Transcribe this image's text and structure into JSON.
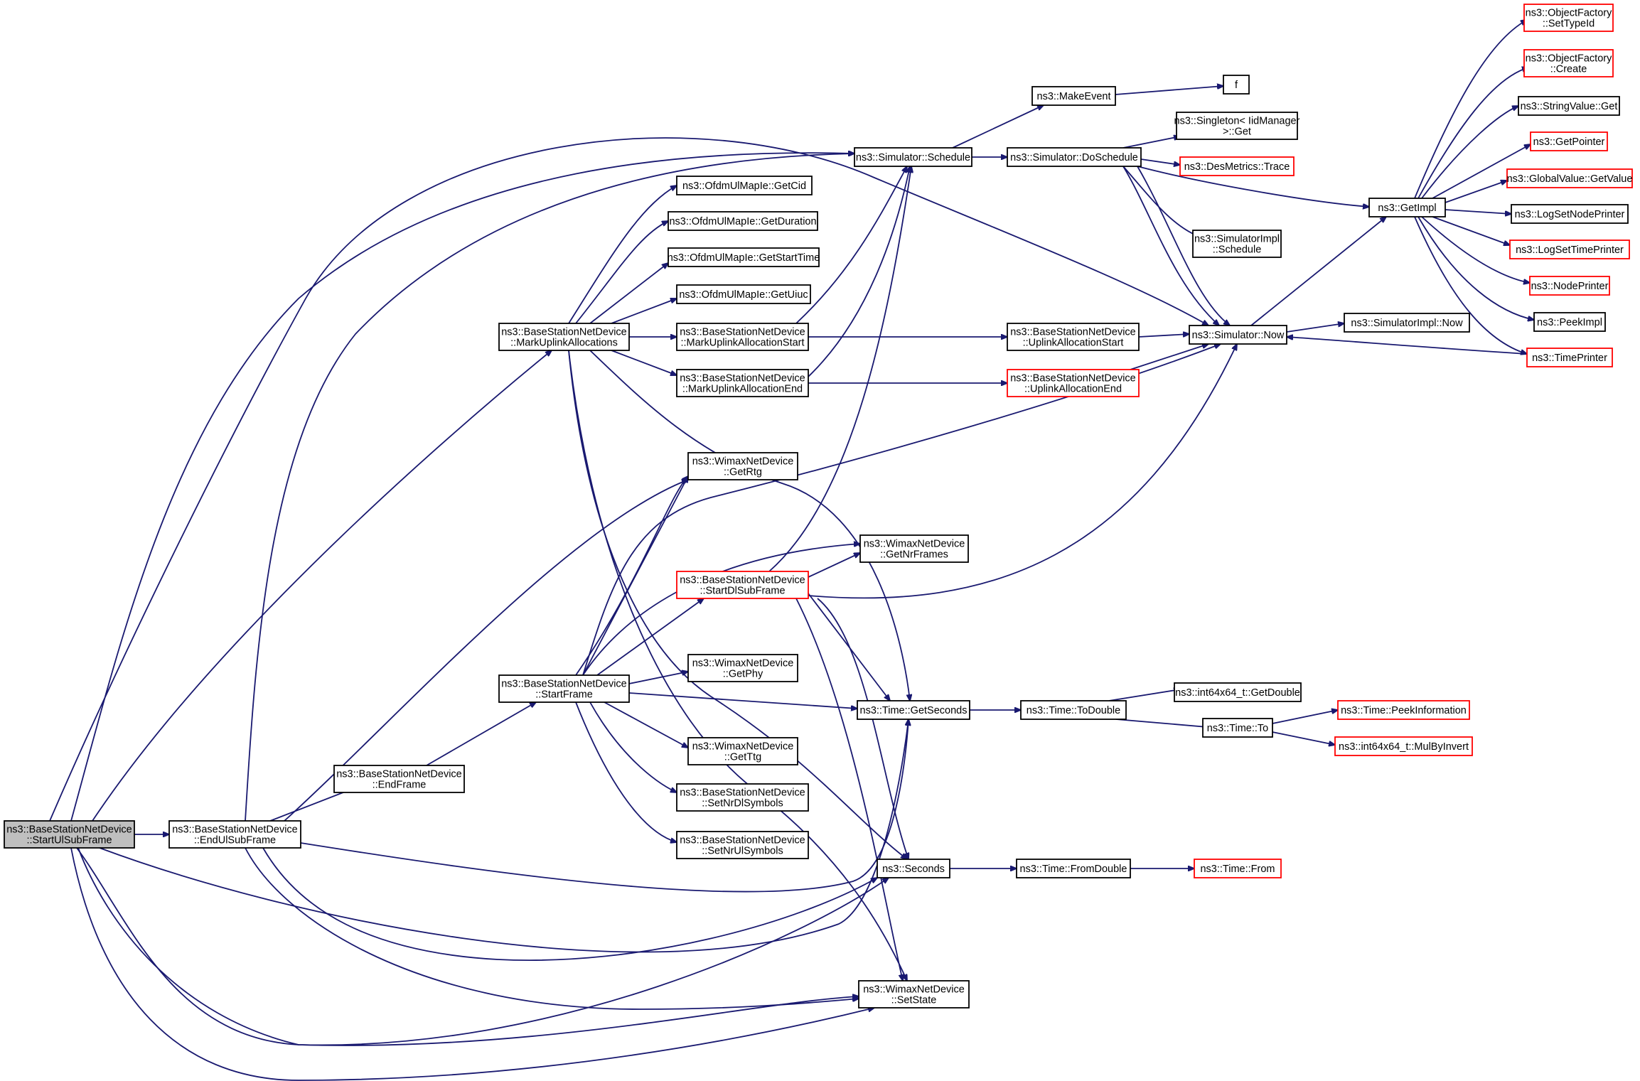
{
  "colors": {
    "edge": "#191970",
    "node_border": "#000000",
    "incomplete_border": "#ff0000",
    "root_fill": "#bfbfbf",
    "background": "#ffffff"
  },
  "nodes": [
    {
      "id": "start_ul",
      "lines": [
        "ns3::BaseStationNetDevice",
        "::StartUlSubFrame"
      ],
      "kind": "root"
    },
    {
      "id": "end_ul",
      "lines": [
        "ns3::BaseStationNetDevice",
        "::EndUlSubFrame"
      ],
      "kind": "normal"
    },
    {
      "id": "end_frame",
      "lines": [
        "ns3::BaseStationNetDevice",
        "::EndFrame"
      ],
      "kind": "normal"
    },
    {
      "id": "start_frame",
      "lines": [
        "ns3::BaseStationNetDevice",
        "::StartFrame"
      ],
      "kind": "normal"
    },
    {
      "id": "mark_uplink",
      "lines": [
        "ns3::BaseStationNetDevice",
        "::MarkUplinkAllocations"
      ],
      "kind": "normal"
    },
    {
      "id": "get_cid",
      "lines": [
        "ns3::OfdmUlMapIe::GetCid"
      ],
      "kind": "normal"
    },
    {
      "id": "get_duration",
      "lines": [
        "ns3::OfdmUlMapIe::GetDuration"
      ],
      "kind": "normal"
    },
    {
      "id": "get_start_time",
      "lines": [
        "ns3::OfdmUlMapIe::GetStartTime"
      ],
      "kind": "normal"
    },
    {
      "id": "get_uiuc",
      "lines": [
        "ns3::OfdmUlMapIe::GetUiuc"
      ],
      "kind": "normal"
    },
    {
      "id": "mark_start",
      "lines": [
        "ns3::BaseStationNetDevice",
        "::MarkUplinkAllocationStart"
      ],
      "kind": "normal"
    },
    {
      "id": "mark_end",
      "lines": [
        "ns3::BaseStationNetDevice",
        "::MarkUplinkAllocationEnd"
      ],
      "kind": "normal"
    },
    {
      "id": "get_rtg",
      "lines": [
        "ns3::WimaxNetDevice",
        "::GetRtg"
      ],
      "kind": "normal"
    },
    {
      "id": "start_dl",
      "lines": [
        "ns3::BaseStationNetDevice",
        "::StartDlSubFrame"
      ],
      "kind": "incomplete"
    },
    {
      "id": "get_phy",
      "lines": [
        "ns3::WimaxNetDevice",
        "::GetPhy"
      ],
      "kind": "normal"
    },
    {
      "id": "get_ttg",
      "lines": [
        "ns3::WimaxNetDevice",
        "::GetTtg"
      ],
      "kind": "normal"
    },
    {
      "id": "set_nr_dl",
      "lines": [
        "ns3::BaseStationNetDevice",
        "::SetNrDlSymbols"
      ],
      "kind": "normal"
    },
    {
      "id": "set_nr_ul",
      "lines": [
        "ns3::BaseStationNetDevice",
        "::SetNrUlSymbols"
      ],
      "kind": "normal"
    },
    {
      "id": "sim_schedule",
      "lines": [
        "ns3::Simulator::Schedule"
      ],
      "kind": "normal"
    },
    {
      "id": "get_nr_frames",
      "lines": [
        "ns3::WimaxNetDevice",
        "::GetNrFrames"
      ],
      "kind": "normal"
    },
    {
      "id": "time_get_seconds",
      "lines": [
        "ns3::Time::GetSeconds"
      ],
      "kind": "normal"
    },
    {
      "id": "seconds",
      "lines": [
        "ns3::Seconds"
      ],
      "kind": "normal"
    },
    {
      "id": "set_state",
      "lines": [
        "ns3::WimaxNetDevice",
        "::SetState"
      ],
      "kind": "normal"
    },
    {
      "id": "make_event",
      "lines": [
        "ns3::MakeEvent"
      ],
      "kind": "normal"
    },
    {
      "id": "do_schedule",
      "lines": [
        "ns3::Simulator::DoSchedule"
      ],
      "kind": "normal"
    },
    {
      "id": "uplink_alloc_start",
      "lines": [
        "ns3::BaseStationNetDevice",
        "::UplinkAllocationStart"
      ],
      "kind": "normal"
    },
    {
      "id": "uplink_alloc_end",
      "lines": [
        "ns3::BaseStationNetDevice",
        "::UplinkAllocationEnd"
      ],
      "kind": "incomplete"
    },
    {
      "id": "to_double",
      "lines": [
        "ns3::Time::ToDouble"
      ],
      "kind": "normal"
    },
    {
      "id": "from_double",
      "lines": [
        "ns3::Time::FromDouble"
      ],
      "kind": "normal"
    },
    {
      "id": "f",
      "lines": [
        "f"
      ],
      "kind": "normal"
    },
    {
      "id": "singleton_get",
      "lines": [
        "ns3::Singleton< IidManager",
        " >::Get"
      ],
      "kind": "normal"
    },
    {
      "id": "des_trace",
      "lines": [
        "ns3::DesMetrics::Trace"
      ],
      "kind": "incomplete"
    },
    {
      "id": "simimpl_schedule",
      "lines": [
        "ns3::SimulatorImpl",
        "::Schedule"
      ],
      "kind": "normal"
    },
    {
      "id": "sim_now",
      "lines": [
        "ns3::Simulator::Now"
      ],
      "kind": "normal"
    },
    {
      "id": "int64_get_double",
      "lines": [
        "ns3::int64x64_t::GetDouble"
      ],
      "kind": "normal"
    },
    {
      "id": "time_to",
      "lines": [
        "ns3::Time::To"
      ],
      "kind": "normal"
    },
    {
      "id": "time_from",
      "lines": [
        "ns3::Time::From"
      ],
      "kind": "incomplete"
    },
    {
      "id": "get_impl",
      "lines": [
        "ns3::GetImpl"
      ],
      "kind": "normal"
    },
    {
      "id": "simimpl_now",
      "lines": [
        "ns3::SimulatorImpl::Now"
      ],
      "kind": "normal"
    },
    {
      "id": "peek_information",
      "lines": [
        "ns3::Time::PeekInformation"
      ],
      "kind": "incomplete"
    },
    {
      "id": "mul_by_invert",
      "lines": [
        "ns3::int64x64_t::MulByInvert"
      ],
      "kind": "incomplete"
    },
    {
      "id": "objfactory_settypeid",
      "lines": [
        "ns3::ObjectFactory",
        "::SetTypeId"
      ],
      "kind": "incomplete"
    },
    {
      "id": "objfactory_create",
      "lines": [
        "ns3::ObjectFactory",
        "::Create"
      ],
      "kind": "incomplete"
    },
    {
      "id": "stringvalue_get",
      "lines": [
        "ns3::StringValue::Get"
      ],
      "kind": "normal"
    },
    {
      "id": "get_pointer",
      "lines": [
        "ns3::GetPointer"
      ],
      "kind": "incomplete"
    },
    {
      "id": "globalvalue_getvalue",
      "lines": [
        "ns3::GlobalValue::GetValue"
      ],
      "kind": "incomplete"
    },
    {
      "id": "log_set_node_printer",
      "lines": [
        "ns3::LogSetNodePrinter"
      ],
      "kind": "normal"
    },
    {
      "id": "log_set_time_printer",
      "lines": [
        "ns3::LogSetTimePrinter"
      ],
      "kind": "incomplete"
    },
    {
      "id": "node_printer",
      "lines": [
        "ns3::NodePrinter"
      ],
      "kind": "incomplete"
    },
    {
      "id": "peek_impl",
      "lines": [
        "ns3::PeekImpl"
      ],
      "kind": "normal"
    },
    {
      "id": "time_printer",
      "lines": [
        "ns3::TimePrinter"
      ],
      "kind": "incomplete"
    }
  ]
}
